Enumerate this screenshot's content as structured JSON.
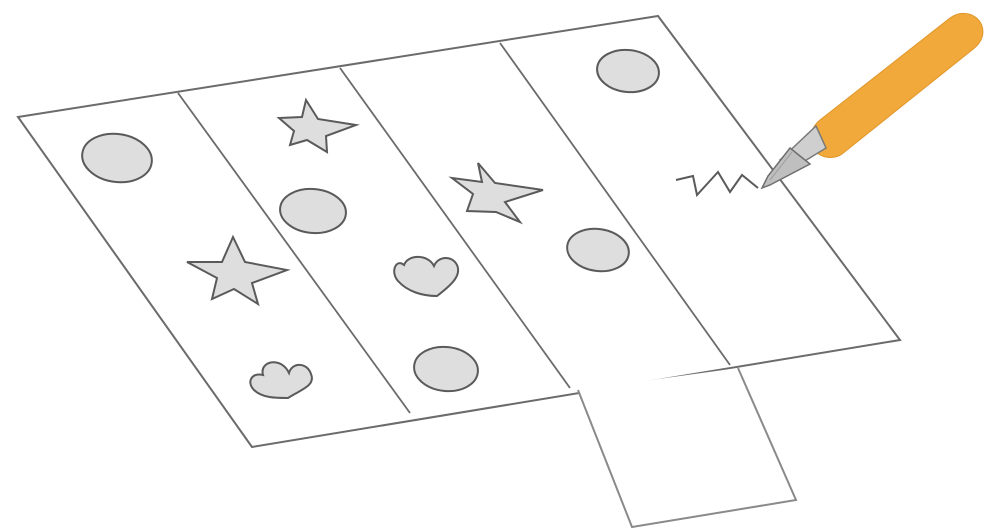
{
  "scene": {
    "description_free": true,
    "colors": {
      "paper": "#ffffff",
      "outline": "#6b6b6b",
      "shape_fill": "#dedede",
      "shape_stroke": "#5a5a5a",
      "knife_handle": "#f0a93a",
      "knife_blade": "#bfbfbf"
    },
    "columns": [
      {
        "shapes": [
          "oval",
          "star",
          "heart"
        ]
      },
      {
        "shapes": [
          "star",
          "oval",
          "heart",
          "oval"
        ]
      },
      {
        "shapes": [
          "star",
          "oval"
        ]
      },
      {
        "shapes": [
          "oval",
          "star-cut-in-progress"
        ]
      }
    ],
    "icons": [
      "craft-knife-icon"
    ]
  }
}
